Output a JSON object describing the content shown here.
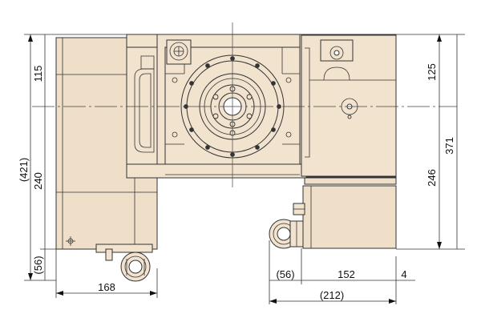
{
  "drawing": {
    "dimensions": {
      "left_total": "(421)",
      "left_top": "115",
      "left_mid": "240",
      "left_bottom": "(56)",
      "bottom_left": "168",
      "right_top": "125",
      "right_mid": "246",
      "right_total": "371",
      "bottom_right_a": "(56)",
      "bottom_right_b": "152",
      "bottom_right_c": "4",
      "bottom_right_total": "(212)"
    }
  }
}
